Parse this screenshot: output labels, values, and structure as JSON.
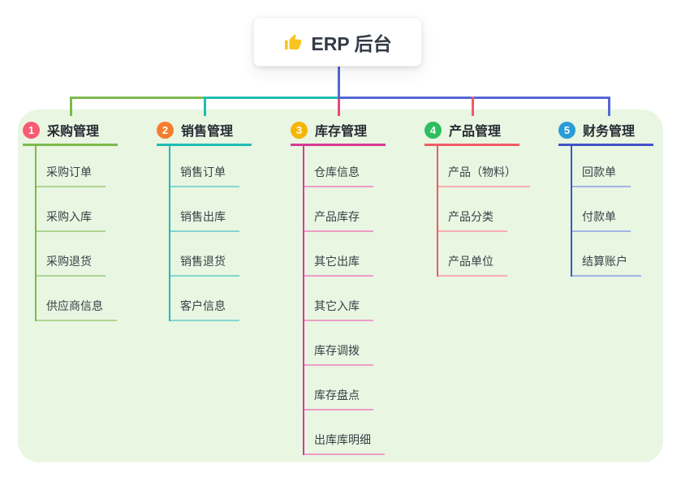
{
  "root": {
    "icon": "thumbs-up",
    "title": "ERP 后台"
  },
  "branches": [
    {
      "index": "1",
      "title": "采购管理",
      "badge_color": "#F85C72",
      "line_color": "#7CBA4D",
      "child_line_color": "#AFD591",
      "children": [
        "采购订单",
        "采购入库",
        "采购退货",
        "供应商信息"
      ]
    },
    {
      "index": "2",
      "title": "销售管理",
      "badge_color": "#F57D2D",
      "line_color": "#1FBDB2",
      "child_line_color": "#84D6CE",
      "children": [
        "销售订单",
        "销售出库",
        "销售退货",
        "客户信息"
      ]
    },
    {
      "index": "3",
      "title": "库存管理",
      "badge_color": "#F7B500",
      "line_color": "#D83A92",
      "child_line_color": "#EE9CC6",
      "children": [
        "仓库信息",
        "产品库存",
        "其它出库",
        "其它入库",
        "库存调拨",
        "库存盘点",
        "出库库明细"
      ]
    },
    {
      "index": "4",
      "title": "产品管理",
      "badge_color": "#2EBE5E",
      "line_color": "#F15B66",
      "child_line_color": "#F8ADB0",
      "children": [
        "产品（物料）",
        "产品分类",
        "产品单位"
      ]
    },
    {
      "index": "5",
      "title": "财务管理",
      "badge_color": "#2B9BD7",
      "line_color": "#4053C8",
      "child_line_color": "#A3B3E6",
      "children": [
        "回款单",
        "付款单",
        "结算账户"
      ]
    }
  ],
  "colors": {
    "trunk_blue": "#5567D4",
    "drop_pink": "#E8477F",
    "panel_bg": "#E9F6E2"
  }
}
